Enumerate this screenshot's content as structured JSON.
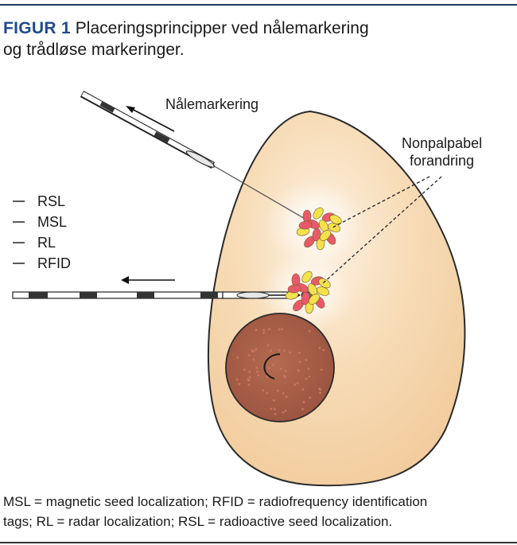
{
  "figure": {
    "label": "FIGUR 1",
    "title_line1": "Placeringsprincipper ved nålemarkering",
    "title_line2": "og trådløse markeringer."
  },
  "diagram": {
    "needle_label": "Nålemarkering",
    "lesion_label_line1": "Nonpalpabel",
    "lesion_label_line2": "forandring",
    "wireless_types": [
      "RSL",
      "MSL",
      "RL",
      "RFID"
    ]
  },
  "caption": {
    "line1": "MSL = magnetic seed localization; RFID = radiofrequency identification",
    "line2": "tags; RL = radar localization; RSL = radioactive seed localization."
  }
}
